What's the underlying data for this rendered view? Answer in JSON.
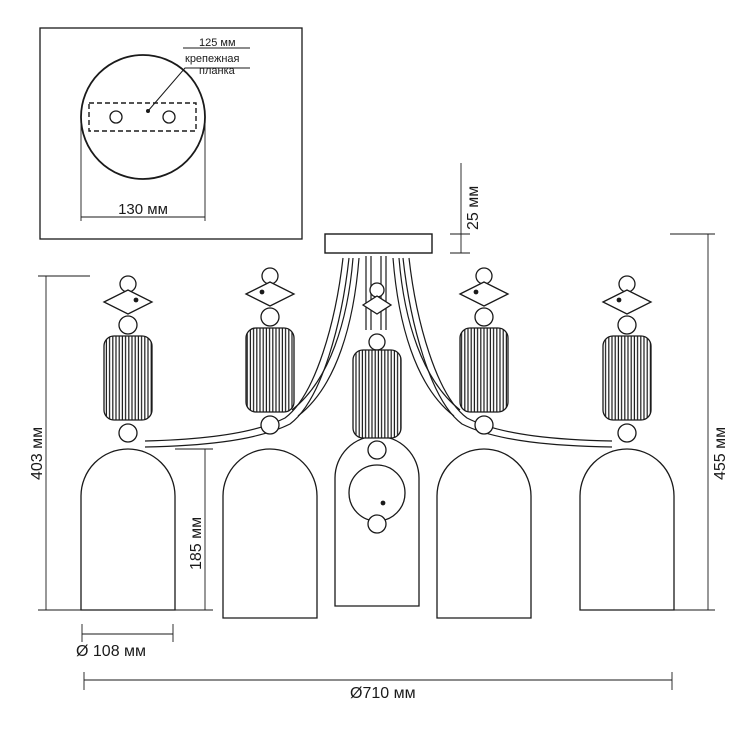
{
  "inset": {
    "plate_size_label": "125 мм",
    "plate_name_label_line1": "крепежная",
    "plate_name_label_line2": "планка",
    "canopy_diameter_label": "130 мм"
  },
  "dimensions": {
    "canopy_height_label": "25 мм",
    "height_total_label": "455 мм",
    "height_body_label": "403 мм",
    "shade_height_label": "185 мм",
    "shade_diameter_label": "Ø 108 мм",
    "overall_diameter_label": "Ø710 мм"
  },
  "colors": {
    "line": "#1a1a1a",
    "background": "#ffffff"
  }
}
